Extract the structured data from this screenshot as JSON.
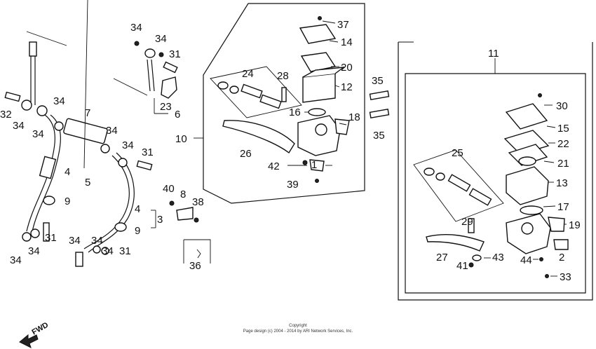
{
  "labels": {
    "p1": "1",
    "p2": "2",
    "p3": "3",
    "p4a": "4",
    "p4b": "4",
    "p5": "5",
    "p6": "6",
    "p7": "7",
    "p8": "8",
    "p9a": "9",
    "p9b": "9",
    "p10": "10",
    "p11": "11",
    "p12": "12",
    "p13": "13",
    "p14": "14",
    "p15": "15",
    "p16": "16",
    "p17": "17",
    "p18": "18",
    "p19": "19",
    "p20": "20",
    "p21": "21",
    "p22": "22",
    "p23": "23",
    "p24": "24",
    "p25": "25",
    "p26": "26",
    "p27": "27",
    "p28": "28",
    "p29": "29",
    "p30": "30",
    "p31a": "31",
    "p31b": "31",
    "p31c": "31",
    "p31d": "31",
    "p32": "32",
    "p33": "33",
    "p34a": "34",
    "p34b": "34",
    "p34c": "34",
    "p34d": "34",
    "p34e": "34",
    "p34f": "34",
    "p34g": "34",
    "p34h": "34",
    "p34i": "34",
    "p34j": "34",
    "p34k": "34",
    "p34l": "34",
    "p35a": "35",
    "p35b": "35",
    "p36": "36",
    "p37": "37",
    "p38": "38",
    "p39": "39",
    "p40": "40",
    "p41": "41",
    "p42": "42",
    "p43": "43",
    "p44": "44"
  },
  "copyright": {
    "line1": "Copyright",
    "line2": "Page design (c) 2004 - 2014 by ARI Network Services, Inc."
  },
  "fwd_label": "FWD"
}
